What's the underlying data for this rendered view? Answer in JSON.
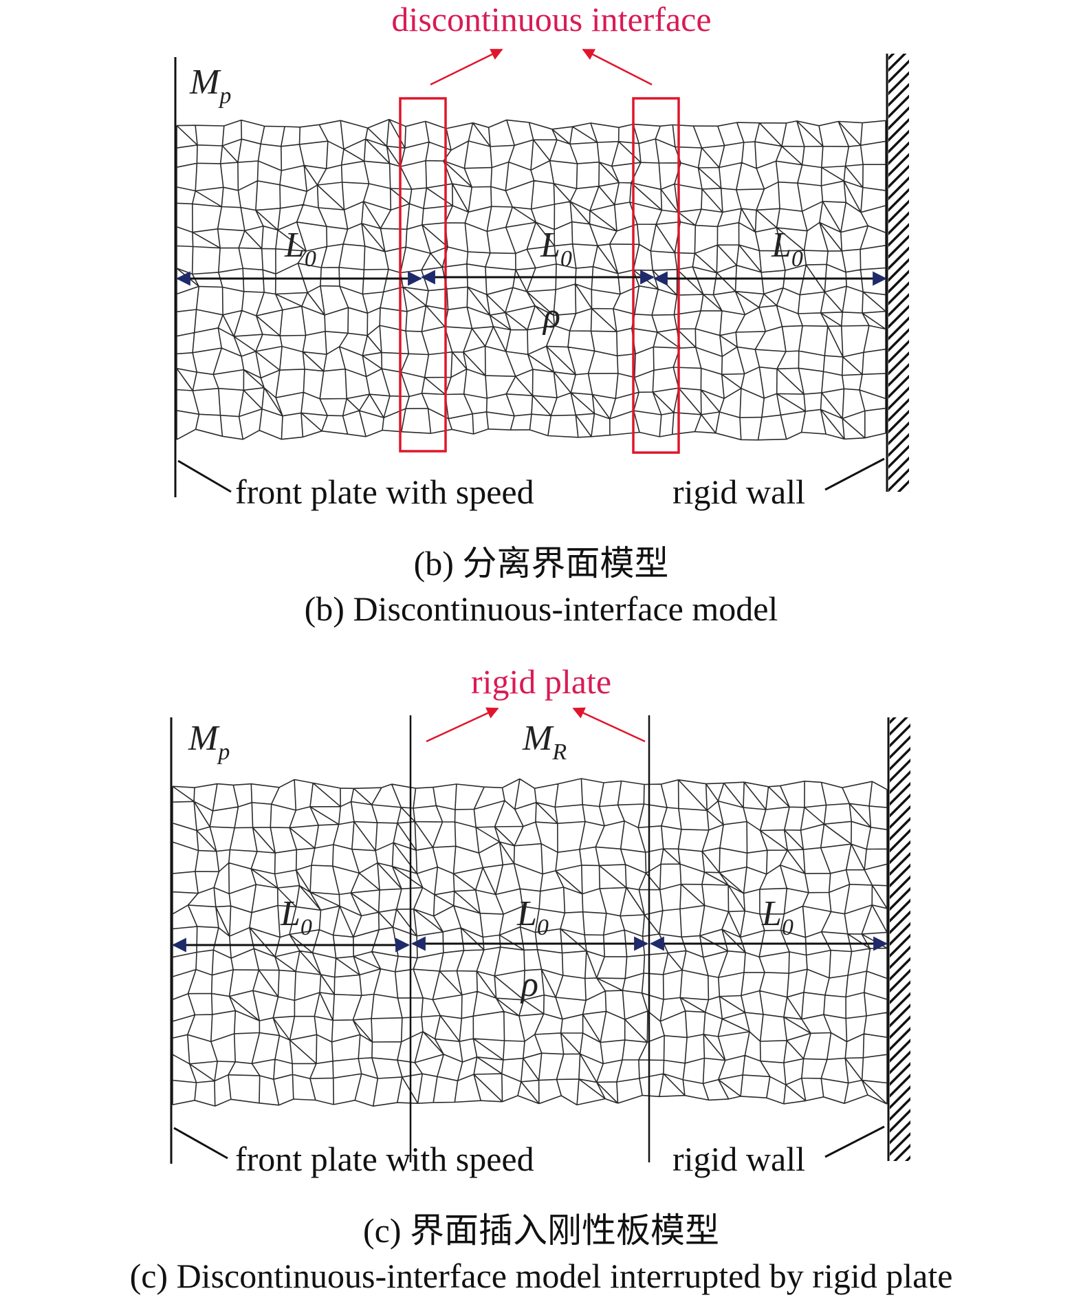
{
  "panel_b": {
    "annotation": "discontinuous interface",
    "mass_symbol": "M",
    "mass_subscript": "p",
    "length_symbol": "L",
    "length_subscript": "0",
    "density_symbol": "ρ",
    "left_label": "front plate with speed",
    "right_label": "rigid wall",
    "caption_cn": "(b) 分离界面模型",
    "caption_en": "(b) Discontinuous-interface model"
  },
  "panel_c": {
    "annotation": "rigid plate",
    "mass_symbol": "M",
    "mass_subscript": "p",
    "rigid_mass_symbol": "M",
    "rigid_mass_subscript": "R",
    "length_symbol": "L",
    "length_subscript": "0",
    "density_symbol": "ρ",
    "left_label": "front plate with speed",
    "right_label": "rigid wall",
    "caption_cn": "(c) 界面插入刚性板模型",
    "caption_en": "(c) Discontinuous-interface model interrupted by rigid plate"
  },
  "colors": {
    "annotation": "#d81b55",
    "mesh": "#2a2a2a",
    "arrow": "#1f2a6b"
  }
}
